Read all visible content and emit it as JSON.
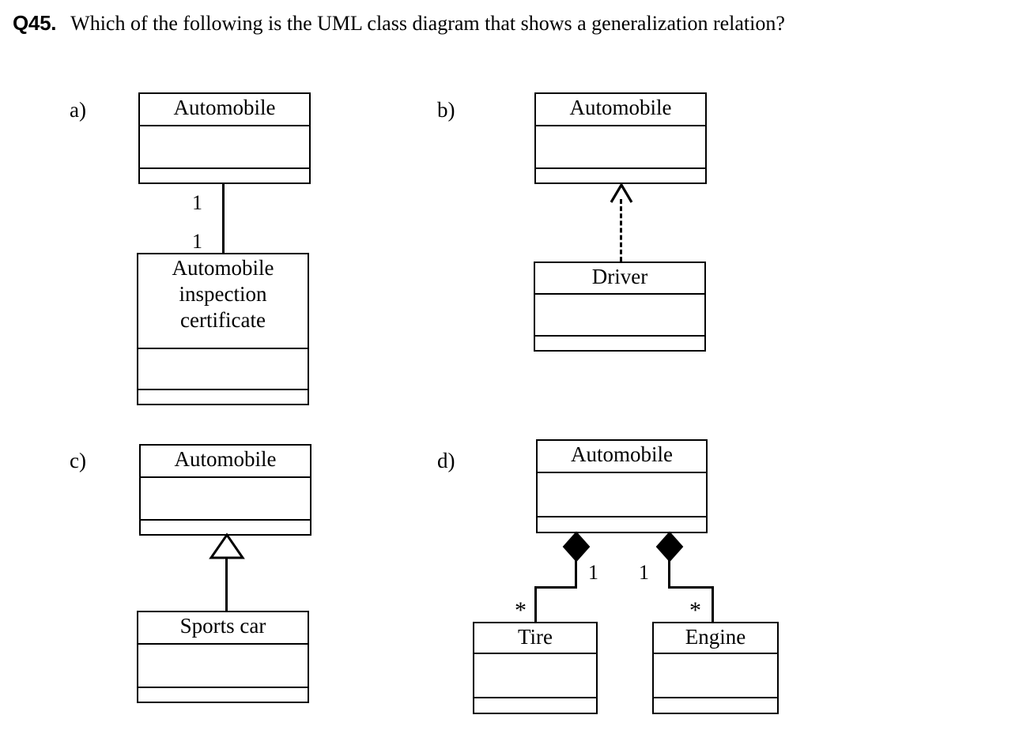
{
  "question": {
    "number": "Q45.",
    "text": "Which of the following is the UML class diagram that shows a generalization relation?"
  },
  "options": [
    {
      "letter": "a)",
      "relation": "association",
      "classes": [
        {
          "name": "Automobile",
          "compartments": 2
        },
        {
          "name": "Automobile\ninspection\ncertificate",
          "compartments": 2
        }
      ],
      "multiplicities": [
        "1",
        "1"
      ]
    },
    {
      "letter": "b)",
      "relation": "dependency-dashed-open-arrow",
      "classes": [
        {
          "name": "Automobile",
          "compartments": 2
        },
        {
          "name": "Driver",
          "compartments": 2
        }
      ],
      "multiplicities": []
    },
    {
      "letter": "c)",
      "relation": "generalization-hollow-triangle",
      "classes": [
        {
          "name": "Automobile",
          "compartments": 2
        },
        {
          "name": "Sports car",
          "compartments": 2
        }
      ],
      "multiplicities": []
    },
    {
      "letter": "d)",
      "relation": "composition-filled-diamond",
      "classes": [
        {
          "name": "Automobile",
          "compartments": 2
        },
        {
          "name": "Tire",
          "compartments": 2
        },
        {
          "name": "Engine",
          "compartments": 2
        }
      ],
      "multiplicities": [
        "1",
        "*",
        "1",
        "*"
      ]
    }
  ],
  "colors": {
    "ink": "#000000",
    "paper": "#ffffff"
  }
}
